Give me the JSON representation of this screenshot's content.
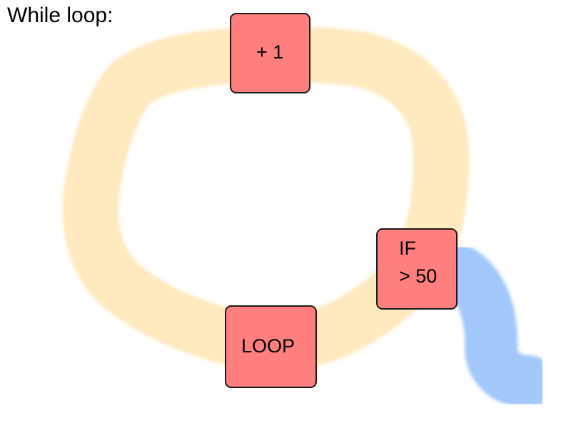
{
  "title": "While loop:",
  "boxes": {
    "increment": "+ 1",
    "condition_line1": "IF",
    "condition_line2": "> 50",
    "loop": "LOOP"
  },
  "colors": {
    "loop_path": "#ffe9be",
    "exit_path": "#a2c8fa",
    "box_fill": "#ff7f7f",
    "box_border": "#1a1a1a"
  }
}
